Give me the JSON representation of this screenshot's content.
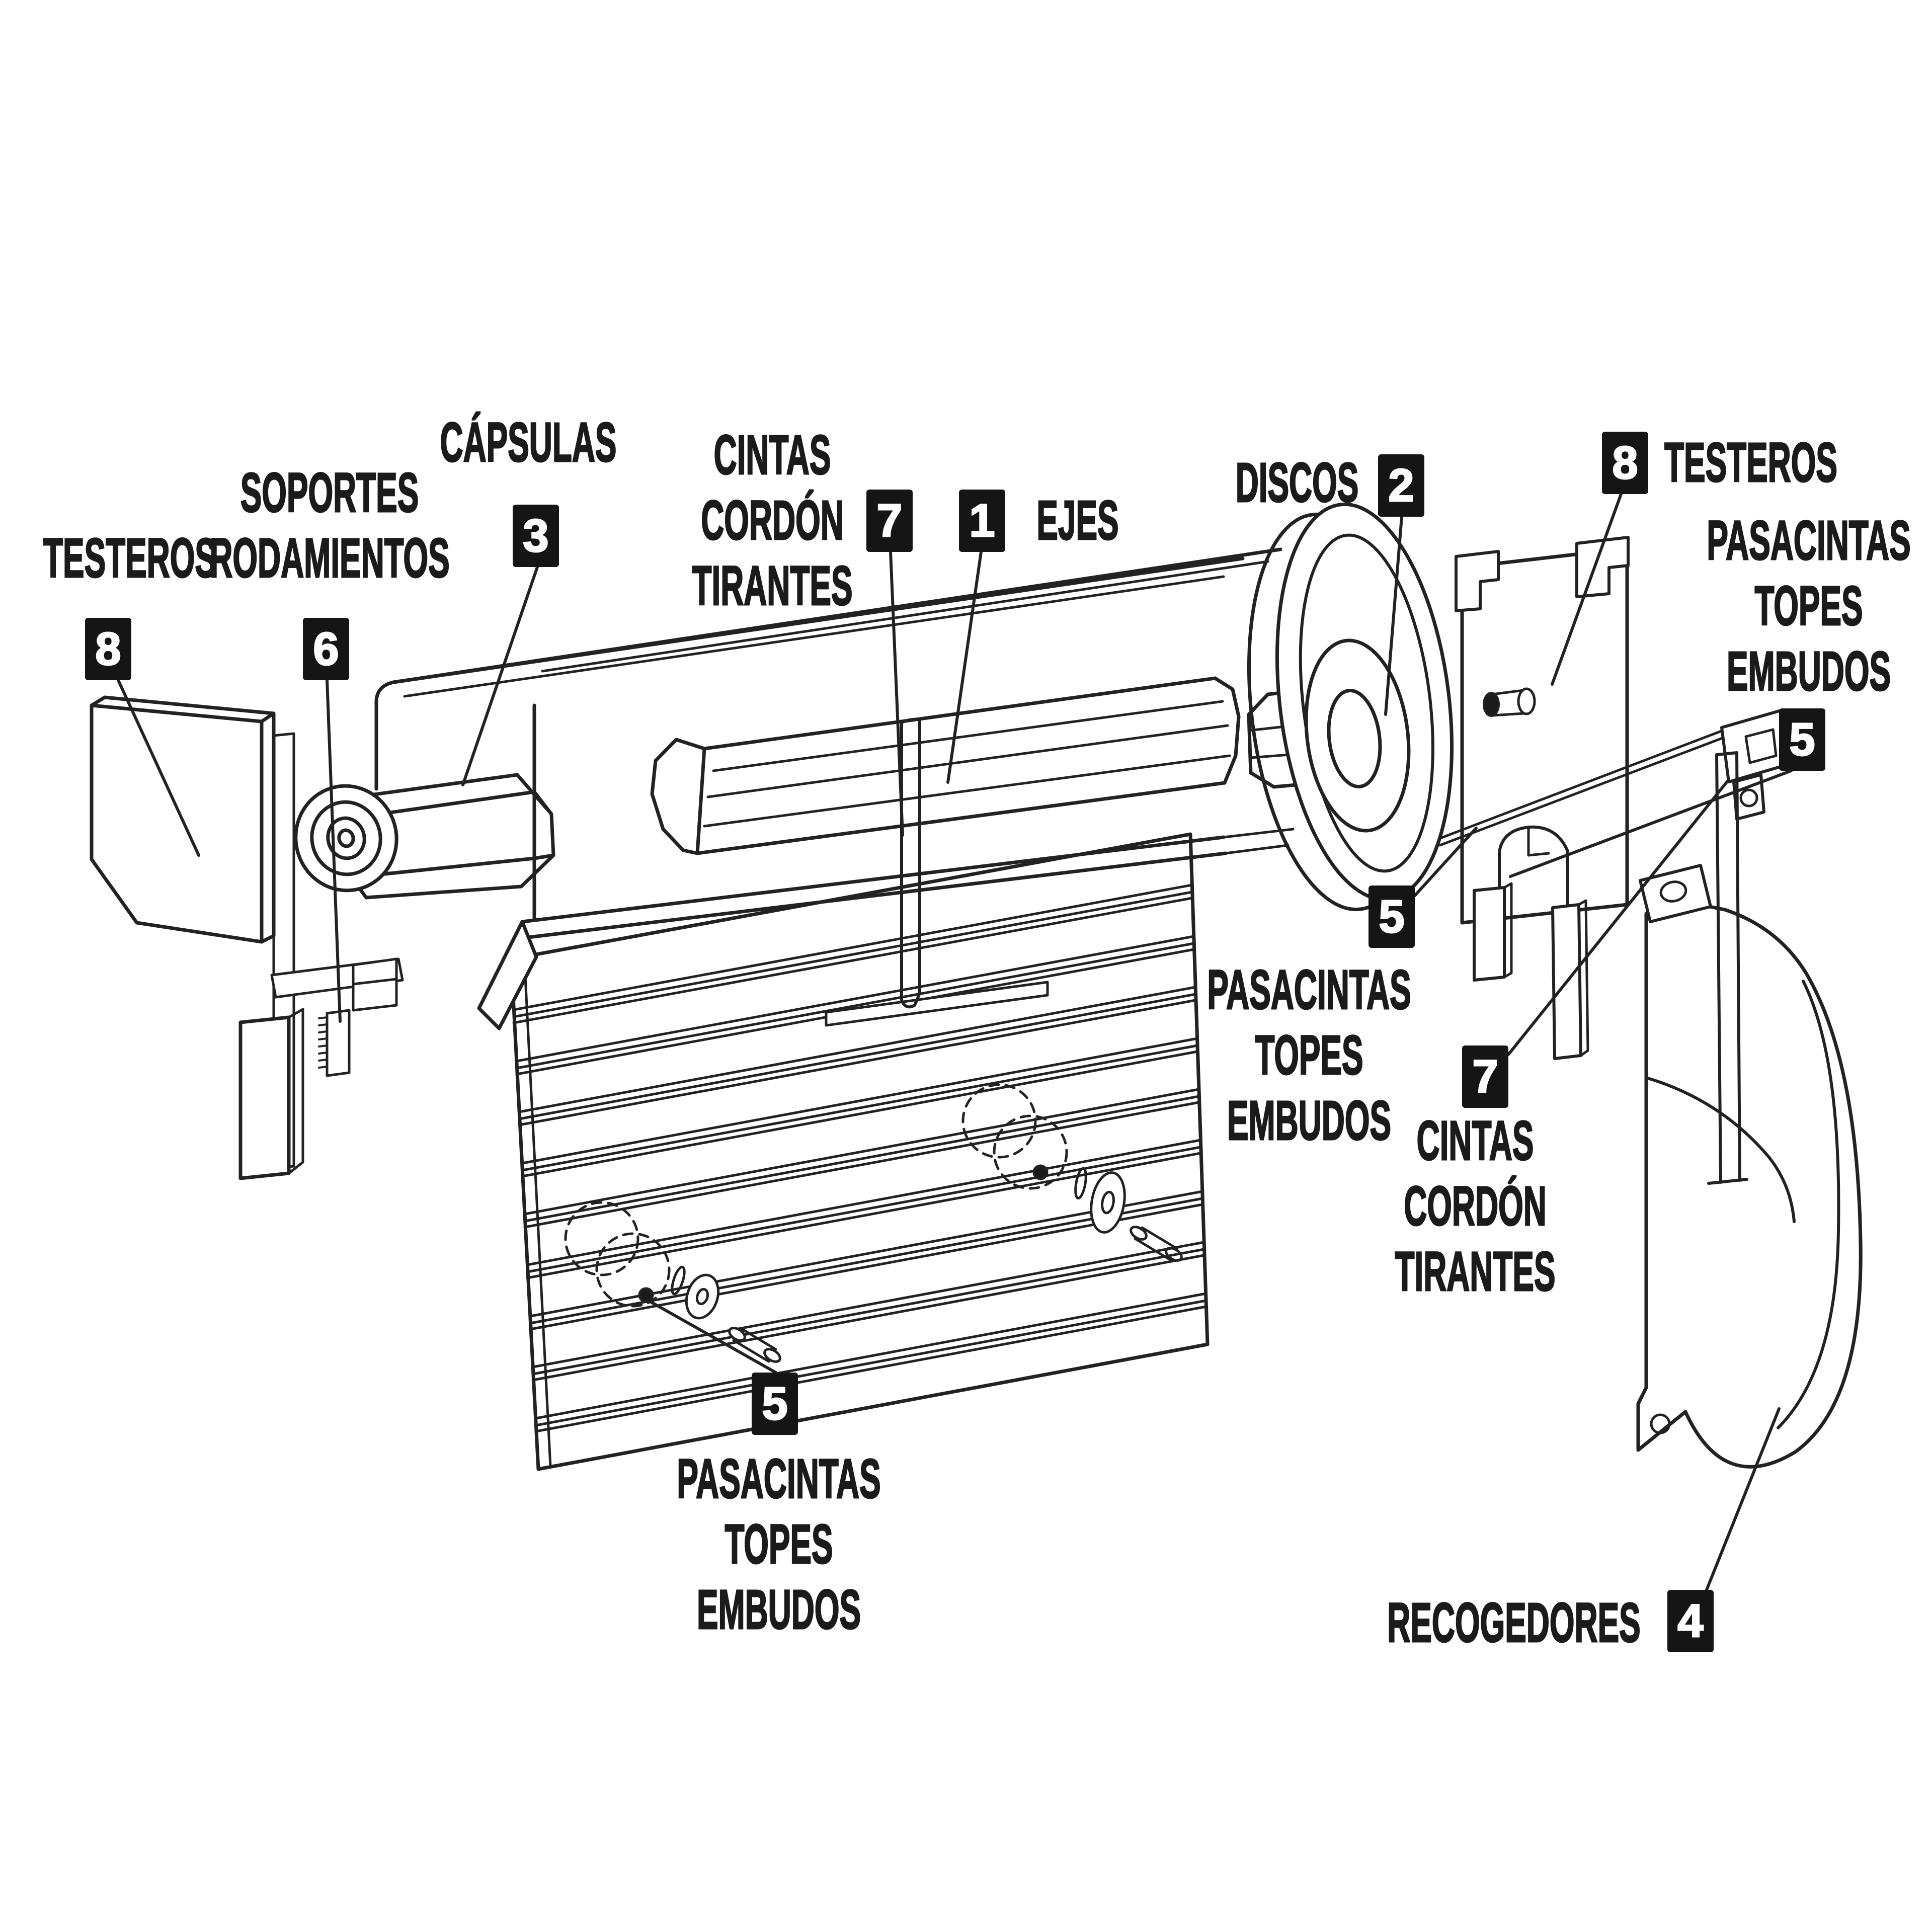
{
  "colors": {
    "background": "#ffffff",
    "ink": "#1b1b1b",
    "badge_background": "#151515",
    "badge_text": "#ffffff"
  },
  "legend": {
    "testeros_left": {
      "lines": [
        "TESTEROS"
      ],
      "number": "8"
    },
    "soportes": {
      "lines": [
        "SOPORTES",
        "RODAMIENTOS"
      ],
      "number": "6"
    },
    "capsulas": {
      "lines": [
        "CÁPSULAS"
      ],
      "number": "3"
    },
    "cintas_top": {
      "lines": [
        "CINTAS",
        "CORDÓN",
        "TIRANTES"
      ],
      "number": "7"
    },
    "ejes": {
      "lines": [
        "EJES"
      ],
      "number": "1"
    },
    "discos": {
      "lines": [
        "DISCOS"
      ],
      "number": "2"
    },
    "testeros_right": {
      "lines": [
        "TESTEROS"
      ],
      "number": "8"
    },
    "pasacintas_right": {
      "lines": [
        "PASACINTAS",
        "TOPES",
        "EMBUDOS"
      ],
      "number": "5"
    },
    "pasacintas_mid": {
      "lines": [
        "PASACINTAS",
        "TOPES",
        "EMBUDOS"
      ],
      "number": "5"
    },
    "cintas_right": {
      "lines": [
        "CINTAS",
        "CORDÓN",
        "TIRANTES"
      ],
      "number": "7"
    },
    "pasacintas_bottom": {
      "lines": [
        "PASACINTAS",
        "TOPES",
        "EMBUDOS"
      ],
      "number": "5"
    },
    "recogedores": {
      "lines": [
        "RECOGEDORES"
      ],
      "number": "4"
    }
  },
  "parts": [
    {
      "number": "1",
      "label": "EJES"
    },
    {
      "number": "2",
      "label": "DISCOS"
    },
    {
      "number": "3",
      "label": "CÁPSULAS"
    },
    {
      "number": "4",
      "label": "RECOGEDORES"
    },
    {
      "number": "5",
      "label": "PASACINTAS TOPES EMBUDOS"
    },
    {
      "number": "6",
      "label": "SOPORTES RODAMIENTOS"
    },
    {
      "number": "7",
      "label": "CINTAS CORDÓN TIRANTES"
    },
    {
      "number": "8",
      "label": "TESTEROS"
    }
  ]
}
